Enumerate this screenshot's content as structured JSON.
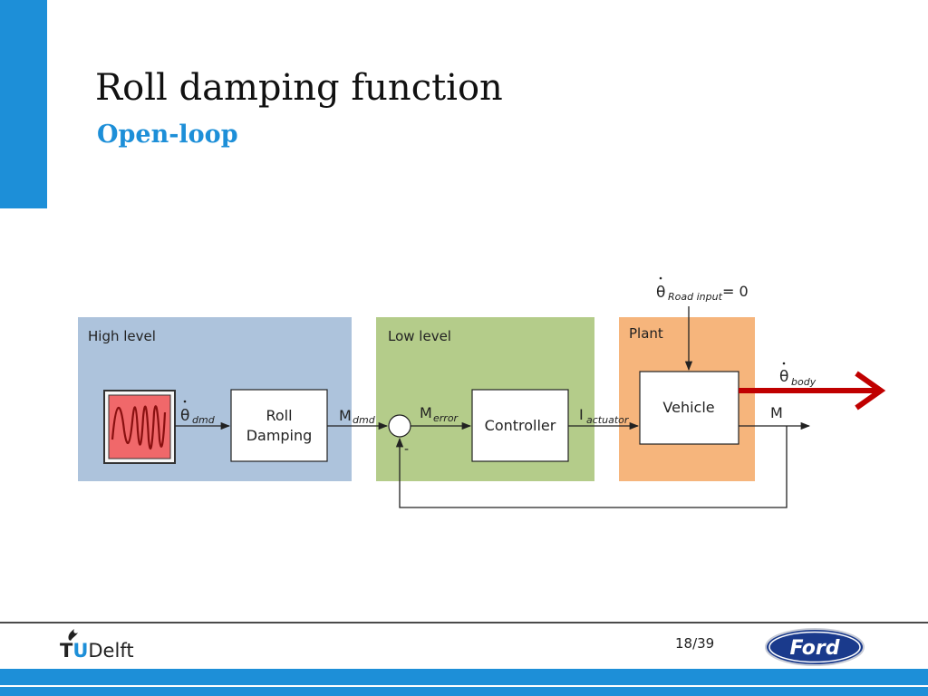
{
  "slide": {
    "title": "Roll damping function",
    "subtitle": "Open-loop",
    "page_number": "18/39"
  },
  "diagram": {
    "regions": {
      "high_level": "High level",
      "low_level": "Low level",
      "plant": "Plant"
    },
    "blocks": {
      "roll_damping_line1": "Roll",
      "roll_damping_line2": "Damping",
      "controller": "Controller",
      "vehicle": "Vehicle"
    },
    "signals": {
      "theta_dmd_sym": "θ",
      "theta_dmd_sub": "dmd",
      "m_dmd_sym": "M",
      "m_dmd_sub": "dmd",
      "m_error_sym": "M",
      "m_error_sub": "error",
      "i_actuator_sym": "I",
      "i_actuator_sub": "actuator",
      "theta_road_sym": "θ",
      "theta_road_sub": "Road input",
      "theta_road_eq": " = 0",
      "theta_body_sym": "θ",
      "theta_body_sub": "body",
      "m_out": "M",
      "minus": "-"
    },
    "colors": {
      "high_level": "#adc3dc",
      "low_level": "#b4cc8a",
      "plant": "#f6b57c",
      "highlight_arrow": "#c00000"
    }
  },
  "footer": {
    "tudelft_t": "T",
    "tudelft_u": "U",
    "tudelft_delft": "Delft",
    "ford_logo_text": "Ford"
  }
}
